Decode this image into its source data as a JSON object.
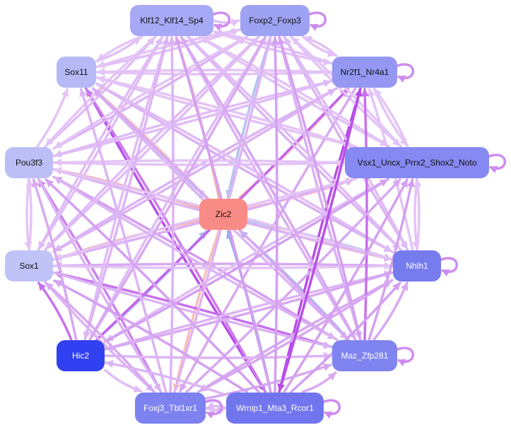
{
  "graph": {
    "center": "Zic2",
    "nodes": [
      {
        "id": "Zic2",
        "color": "#f98b86",
        "text": "#111111"
      },
      {
        "id": "Klf12_Klf14_Sp4",
        "color": "#a6a9f5",
        "text": "#111111"
      },
      {
        "id": "Foxp2_Foxp3",
        "color": "#9ea2f3",
        "text": "#111111"
      },
      {
        "id": "Sox11",
        "color": "#b6b9f5",
        "text": "#111111"
      },
      {
        "id": "Nr2f1_Nr4a1",
        "color": "#9498f3",
        "text": "#111111"
      },
      {
        "id": "Pou3f3",
        "color": "#bcbff6",
        "text": "#111111"
      },
      {
        "id": "Vsx1_Uncx_Prrx2_Shox2_Noto",
        "color": "#8589f1",
        "text": "#111111"
      },
      {
        "id": "Sox1",
        "color": "#c0c3f7",
        "text": "#111111"
      },
      {
        "id": "Nhlh1",
        "color": "#767bee",
        "text": "#ffffff"
      },
      {
        "id": "Hic2",
        "color": "#3140f0",
        "text": "#ffffff"
      },
      {
        "id": "Maz_Zfp281",
        "color": "#7f84f0",
        "text": "#ffffff"
      },
      {
        "id": "Foxj3_Tbl1xr1",
        "color": "#7d82f0",
        "text": "#ffffff"
      },
      {
        "id": "Wrnip1_Mta3_Rcor1",
        "color": "#7276ee",
        "text": "#ffffff"
      }
    ],
    "self_loops": [
      "Klf12_Klf14_Sp4",
      "Foxp2_Foxp3",
      "Nr2f1_Nr4a1",
      "Vsx1_Uncx_Prrx2_Shox2_Noto",
      "Nhlh1",
      "Maz_Zfp281",
      "Foxj3_Tbl1xr1",
      "Wrnip1_Mta3_Rcor1"
    ],
    "edges": [
      {
        "from": "Zic2",
        "to": "Pou3f3",
        "color": "#f9a8a8"
      },
      {
        "from": "Zic2",
        "to": "Sox1",
        "color": "#f9b4b4"
      },
      {
        "from": "Zic2",
        "to": "Sox11",
        "color": "#f7c0c0"
      },
      {
        "from": "Zic2",
        "to": "Klf12_Klf14_Sp4",
        "color": "#f7b0b0"
      },
      {
        "from": "Zic2",
        "to": "Nr2f1_Nr4a1",
        "color": "#f9b0b0"
      },
      {
        "from": "Zic2",
        "to": "Vsx1_Uncx_Prrx2_Shox2_Noto",
        "color": "#f9c0c8"
      },
      {
        "from": "Zic2",
        "to": "Nhlh1",
        "color": "#f7c4c4"
      },
      {
        "from": "Zic2",
        "to": "Foxj3_Tbl1xr1",
        "color": "#f9c0b8"
      },
      {
        "from": "Foxp2_Foxp3",
        "to": "Zic2",
        "color": "#b4c4f0"
      },
      {
        "from": "Sox11",
        "to": "Zic2",
        "color": "#c0ccf4"
      },
      {
        "from": "Hic2",
        "to": "Zic2",
        "color": "#a8bcf0"
      },
      {
        "from": "Maz_Zfp281",
        "to": "Zic2",
        "color": "#a0b4ec"
      },
      {
        "from": "Wrnip1_Mta3_Rcor1",
        "to": "Zic2",
        "color": "#98acec"
      },
      {
        "from": "Nhlh1",
        "to": "Zic2",
        "color": "#b8c8f2"
      },
      {
        "from": "Sox11",
        "to": "Wrnip1_Mta3_Rcor1",
        "color": "#b84ee8"
      },
      {
        "from": "Nr2f1_Nr4a1",
        "to": "Wrnip1_Mta3_Rcor1",
        "color": "#b84ee8"
      },
      {
        "from": "Hic2",
        "to": "Nr2f1_Nr4a1",
        "color": "#c466ec"
      },
      {
        "from": "Maz_Zfp281",
        "to": "Sox1",
        "color": "#c870ee"
      },
      {
        "from": "Foxj3_Tbl1xr1",
        "to": "Pou3f3",
        "color": "#cc80ee"
      },
      {
        "from": "Wrnip1_Mta3_Rcor1",
        "to": "Sox11",
        "color": "#cc7cee"
      },
      {
        "from": "Hic2",
        "to": "Sox1",
        "color": "#c870ee"
      },
      {
        "from": "Maz_Zfp281",
        "to": "Pou3f3",
        "color": "#d49cf0"
      },
      {
        "from": "Nhlh1",
        "to": "Sox1",
        "color": "#d8a8f2"
      },
      {
        "from": "Sox1",
        "to": "Vsx1_Uncx_Prrx2_Shox2_Noto",
        "color": "#dcb0f4"
      },
      {
        "from": "Pou3f3",
        "to": "Nhlh1",
        "color": "#dcb4f4"
      },
      {
        "from": "Pou3f3",
        "to": "Foxp2_Foxp3",
        "color": "#dcb4f4"
      },
      {
        "from": "Pou3f3",
        "to": "Klf12_Klf14_Sp4",
        "color": "#e0bcf6"
      },
      {
        "from": "Sox11",
        "to": "Nhlh1",
        "color": "#dab0f4"
      },
      {
        "from": "Sox11",
        "to": "Klf12_Klf14_Sp4",
        "color": "#e2c0f6"
      },
      {
        "from": "Sox11",
        "to": "Foxp2_Foxp3",
        "color": "#e2c0f6"
      },
      {
        "from": "Sox11",
        "to": "Nr2f1_Nr4a1",
        "color": "#e4c4f6"
      },
      {
        "from": "Sox11",
        "to": "Vsx1_Uncx_Prrx2_Shox2_Noto",
        "color": "#e4c4f6"
      },
      {
        "from": "Sox11",
        "to": "Maz_Zfp281",
        "color": "#dcb4f4"
      },
      {
        "from": "Klf12_Klf14_Sp4",
        "to": "Foxp2_Foxp3",
        "color": "#e2c0f6"
      },
      {
        "from": "Klf12_Klf14_Sp4",
        "to": "Nr2f1_Nr4a1",
        "color": "#e4c4f6"
      },
      {
        "from": "Klf12_Klf14_Sp4",
        "to": "Vsx1_Uncx_Prrx2_Shox2_Noto",
        "color": "#e4c4f6"
      },
      {
        "from": "Klf12_Klf14_Sp4",
        "to": "Sox11",
        "color": "#e4c4f6"
      },
      {
        "from": "Klf12_Klf14_Sp4",
        "to": "Pou3f3",
        "color": "#e4c4f6"
      },
      {
        "from": "Klf12_Klf14_Sp4",
        "to": "Sox1",
        "color": "#e0bcf6"
      },
      {
        "from": "Klf12_Klf14_Sp4",
        "to": "Hic2",
        "color": "#e0bcf6"
      },
      {
        "from": "Klf12_Klf14_Sp4",
        "to": "Maz_Zfp281",
        "color": "#dab0f4"
      },
      {
        "from": "Klf12_Klf14_Sp4",
        "to": "Nhlh1",
        "color": "#dcb4f4"
      },
      {
        "from": "Foxp2_Foxp3",
        "to": "Nr2f1_Nr4a1",
        "color": "#e2c0f6"
      },
      {
        "from": "Foxp2_Foxp3",
        "to": "Sox11",
        "color": "#e4c4f6"
      },
      {
        "from": "Foxp2_Foxp3",
        "to": "Pou3f3",
        "color": "#e4c4f6"
      },
      {
        "from": "Foxp2_Foxp3",
        "to": "Sox1",
        "color": "#e0bcf6"
      },
      {
        "from": "Foxp2_Foxp3",
        "to": "Hic2",
        "color": "#e0bcf6"
      },
      {
        "from": "Foxp2_Foxp3",
        "to": "Nhlh1",
        "color": "#dcb4f4"
      },
      {
        "from": "Foxp2_Foxp3",
        "to": "Maz_Zfp281",
        "color": "#dab0f4"
      },
      {
        "from": "Foxp2_Foxp3",
        "to": "Vsx1_Uncx_Prrx2_Shox2_Noto",
        "color": "#e4c4f6"
      },
      {
        "from": "Nr2f1_Nr4a1",
        "to": "Sox11",
        "color": "#e4c4f6"
      },
      {
        "from": "Nr2f1_Nr4a1",
        "to": "Pou3f3",
        "color": "#e0bcf6"
      },
      {
        "from": "Nr2f1_Nr4a1",
        "to": "Sox1",
        "color": "#dcb4f4"
      },
      {
        "from": "Nr2f1_Nr4a1",
        "to": "Foxj3_Tbl1xr1",
        "color": "#d8a8f2"
      },
      {
        "from": "Nr2f1_Nr4a1",
        "to": "Vsx1_Uncx_Prrx2_Shox2_Noto",
        "color": "#e4c4f6"
      },
      {
        "from": "Nr2f1_Nr4a1",
        "to": "Klf12_Klf14_Sp4",
        "color": "#e2c0f6"
      },
      {
        "from": "Nr2f1_Nr4a1",
        "to": "Foxp2_Foxp3",
        "color": "#e2c0f6"
      },
      {
        "from": "Vsx1_Uncx_Prrx2_Shox2_Noto",
        "to": "Pou3f3",
        "color": "#e4c4f6"
      },
      {
        "from": "Vsx1_Uncx_Prrx2_Shox2_Noto",
        "to": "Sox11",
        "color": "#e4c4f6"
      },
      {
        "from": "Vsx1_Uncx_Prrx2_Shox2_Noto",
        "to": "Klf12_Klf14_Sp4",
        "color": "#e4c4f6"
      },
      {
        "from": "Vsx1_Uncx_Prrx2_Shox2_Noto",
        "to": "Foxp2_Foxp3",
        "color": "#e4c4f6"
      },
      {
        "from": "Vsx1_Uncx_Prrx2_Shox2_Noto",
        "to": "Sox1",
        "color": "#e4c4f6"
      },
      {
        "from": "Vsx1_Uncx_Prrx2_Shox2_Noto",
        "to": "Hic2",
        "color": "#e0bcf6"
      },
      {
        "from": "Vsx1_Uncx_Prrx2_Shox2_Noto",
        "to": "Nhlh1",
        "color": "#e4c4f6"
      },
      {
        "from": "Vsx1_Uncx_Prrx2_Shox2_Noto",
        "to": "Nr2f1_Nr4a1",
        "color": "#e4c4f6"
      },
      {
        "from": "Pou3f3",
        "to": "Sox11",
        "color": "#e4c4f6"
      },
      {
        "from": "Pou3f3",
        "to": "Sox1",
        "color": "#e4c4f6"
      },
      {
        "from": "Pou3f3",
        "to": "Nr2f1_Nr4a1",
        "color": "#e0bcf6"
      },
      {
        "from": "Pou3f3",
        "to": "Vsx1_Uncx_Prrx2_Shox2_Noto",
        "color": "#e4c4f6"
      },
      {
        "from": "Pou3f3",
        "to": "Foxj3_Tbl1xr1",
        "color": "#dcb4f4"
      },
      {
        "from": "Pou3f3",
        "to": "Maz_Zfp281",
        "color": "#dcb4f4"
      },
      {
        "from": "Sox1",
        "to": "Pou3f3",
        "color": "#e4c4f6"
      },
      {
        "from": "Sox1",
        "to": "Nhlh1",
        "color": "#e4c4f6"
      },
      {
        "from": "Sox1",
        "to": "Klf12_Klf14_Sp4",
        "color": "#e0bcf6"
      },
      {
        "from": "Sox1",
        "to": "Foxp2_Foxp3",
        "color": "#e0bcf6"
      },
      {
        "from": "Sox1",
        "to": "Nr2f1_Nr4a1",
        "color": "#dcb4f4"
      },
      {
        "from": "Sox1",
        "to": "Maz_Zfp281",
        "color": "#dcb4f4"
      },
      {
        "from": "Sox1",
        "to": "Foxj3_Tbl1xr1",
        "color": "#dcb4f4"
      },
      {
        "from": "Nhlh1",
        "to": "Pou3f3",
        "color": "#e4c4f6"
      },
      {
        "from": "Nhlh1",
        "to": "Sox11",
        "color": "#e0bcf6"
      },
      {
        "from": "Nhlh1",
        "to": "Klf12_Klf14_Sp4",
        "color": "#e0bcf6"
      },
      {
        "from": "Nhlh1",
        "to": "Foxp2_Foxp3",
        "color": "#e0bcf6"
      },
      {
        "from": "Nhlh1",
        "to": "Nr2f1_Nr4a1",
        "color": "#e4c4f6"
      },
      {
        "from": "Nhlh1",
        "to": "Vsx1_Uncx_Prrx2_Shox2_Noto",
        "color": "#e4c4f6"
      },
      {
        "from": "Nhlh1",
        "to": "Hic2",
        "color": "#dcb4f4"
      },
      {
        "from": "Nhlh1",
        "to": "Foxj3_Tbl1xr1",
        "color": "#d8a8f2"
      },
      {
        "from": "Hic2",
        "to": "Klf12_Klf14_Sp4",
        "color": "#dcb4f4"
      },
      {
        "from": "Hic2",
        "to": "Foxp2_Foxp3",
        "color": "#d8a8f2"
      },
      {
        "from": "Hic2",
        "to": "Vsx1_Uncx_Prrx2_Shox2_Noto",
        "color": "#d4a0f0"
      },
      {
        "from": "Hic2",
        "to": "Nhlh1",
        "color": "#d8a8f2"
      },
      {
        "from": "Hic2",
        "to": "Maz_Zfp281",
        "color": "#dcb4f4"
      },
      {
        "from": "Hic2",
        "to": "Foxj3_Tbl1xr1",
        "color": "#e0bcf6"
      },
      {
        "from": "Hic2",
        "to": "Pou3f3",
        "color": "#d8a8f2"
      },
      {
        "from": "Maz_Zfp281",
        "to": "Klf12_Klf14_Sp4",
        "color": "#d8a8f2"
      },
      {
        "from": "Maz_Zfp281",
        "to": "Foxp2_Foxp3",
        "color": "#d4a0f0"
      },
      {
        "from": "Maz_Zfp281",
        "to": "Vsx1_Uncx_Prrx2_Shox2_Noto",
        "color": "#d4a0f0"
      },
      {
        "from": "Maz_Zfp281",
        "to": "Nhlh1",
        "color": "#d8a8f2"
      },
      {
        "from": "Maz_Zfp281",
        "to": "Nr2f1_Nr4a1",
        "color": "#c870ee"
      },
      {
        "from": "Maz_Zfp281",
        "to": "Sox11",
        "color": "#d8a8f2"
      },
      {
        "from": "Foxj3_Tbl1xr1",
        "to": "Klf12_Klf14_Sp4",
        "color": "#dcb4f4"
      },
      {
        "from": "Foxj3_Tbl1xr1",
        "to": "Foxp2_Foxp3",
        "color": "#dcb4f4"
      },
      {
        "from": "Foxj3_Tbl1xr1",
        "to": "Vsx1_Uncx_Prrx2_Shox2_Noto",
        "color": "#d8a8f2"
      },
      {
        "from": "Foxj3_Tbl1xr1",
        "to": "Nhlh1",
        "color": "#d8a8f2"
      },
      {
        "from": "Foxj3_Tbl1xr1",
        "to": "Maz_Zfp281",
        "color": "#d8a8f2"
      },
      {
        "from": "Foxj3_Tbl1xr1",
        "to": "Sox1",
        "color": "#d8a8f2"
      },
      {
        "from": "Foxj3_Tbl1xr1",
        "to": "Sox11",
        "color": "#dcb4f4"
      },
      {
        "from": "Foxj3_Tbl1xr1",
        "to": "Wrnip1_Mta3_Rcor1",
        "color": "#e0bcf6"
      },
      {
        "from": "Wrnip1_Mta3_Rcor1",
        "to": "Klf12_Klf14_Sp4",
        "color": "#d4a0f0"
      },
      {
        "from": "Wrnip1_Mta3_Rcor1",
        "to": "Foxp2_Foxp3",
        "color": "#d4a0f0"
      },
      {
        "from": "Wrnip1_Mta3_Rcor1",
        "to": "Vsx1_Uncx_Prrx2_Shox2_Noto",
        "color": "#d4a0f0"
      },
      {
        "from": "Wrnip1_Mta3_Rcor1",
        "to": "Nhlh1",
        "color": "#d4a0f0"
      },
      {
        "from": "Wrnip1_Mta3_Rcor1",
        "to": "Maz_Zfp281",
        "color": "#d8a8f2"
      },
      {
        "from": "Wrnip1_Mta3_Rcor1",
        "to": "Sox1",
        "color": "#d4a0f0"
      },
      {
        "from": "Wrnip1_Mta3_Rcor1",
        "to": "Pou3f3",
        "color": "#d4a0f0"
      },
      {
        "from": "Wrnip1_Mta3_Rcor1",
        "to": "Hic2",
        "color": "#dcb4f4"
      },
      {
        "from": "Wrnip1_Mta3_Rcor1",
        "to": "Foxj3_Tbl1xr1",
        "color": "#e0bcf6"
      },
      {
        "from": "Wrnip1_Mta3_Rcor1",
        "to": "Nr2f1_Nr4a1",
        "color": "#b84ee8"
      }
    ]
  }
}
